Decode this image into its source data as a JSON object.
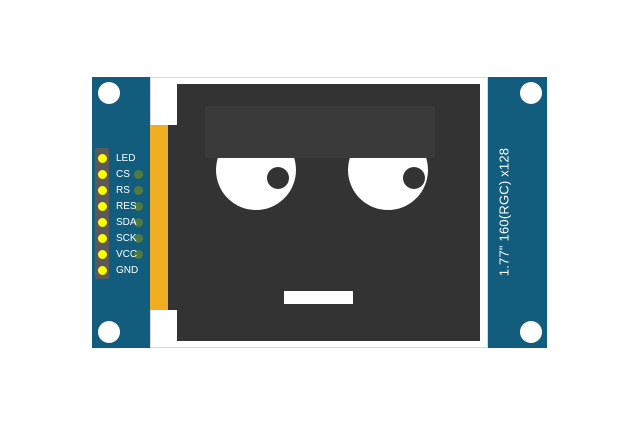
{
  "board": {
    "model_text": "1.77\" 160(RGC) x128",
    "pins": [
      {
        "label": "LED",
        "has_pad": false
      },
      {
        "label": "CS",
        "has_pad": true
      },
      {
        "label": "RS",
        "has_pad": true
      },
      {
        "label": "RES",
        "has_pad": true
      },
      {
        "label": "SDA",
        "has_pad": true
      },
      {
        "label": "SCK",
        "has_pad": true
      },
      {
        "label": "VCC",
        "has_pad": true
      },
      {
        "label": "GND",
        "has_pad": false
      }
    ]
  },
  "colors": {
    "pcb": "#125d7d",
    "screen": "#333333",
    "flex_cable": "#f0ad22",
    "pin": "#ffff00",
    "pad": "#507a3e",
    "face": "#ffffff"
  },
  "face": {
    "left_eye": "eye-icon",
    "right_eye": "eye-icon",
    "mouth": "mouth-icon"
  }
}
